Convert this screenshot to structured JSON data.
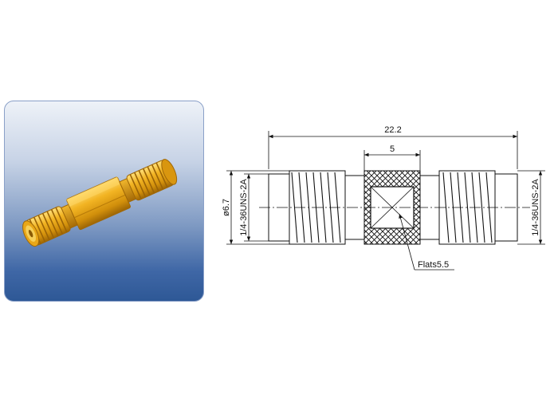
{
  "product_photo": {
    "subject": "gold-plated-sma-female-female-adapter",
    "body_color": "#e7a81a",
    "shadow_color": "#b97c08",
    "highlight_color": "#ffd766",
    "background_top": "#eef2f8",
    "background_bottom": "#2e5896"
  },
  "drawing": {
    "overall_length": "22.2",
    "hex_length": "5",
    "diameter": "ø6.7",
    "left_thread": "1/4-36UNS-2A",
    "right_thread": "1/4-36UNS-2A",
    "flats_callout": "Flats5.5",
    "line_color": "#111111"
  }
}
